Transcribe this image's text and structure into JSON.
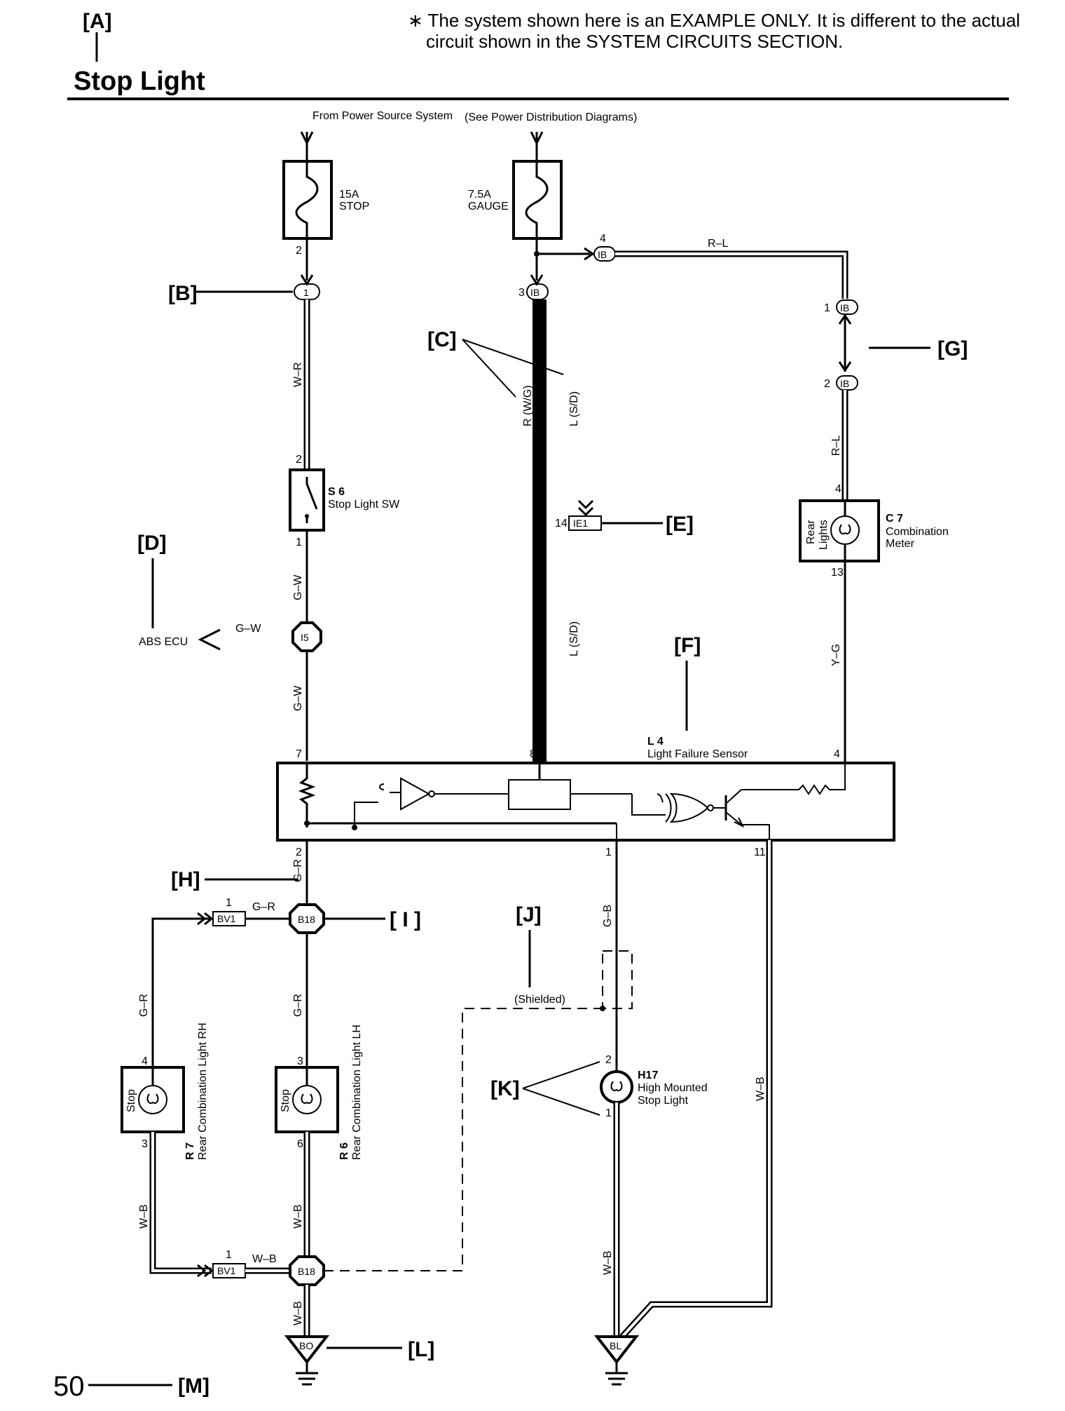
{
  "header": {
    "label_a": "[A]",
    "title": "Stop Light",
    "note_line1": "∗ The system shown here is an EXAMPLE ONLY. It is different to the actual",
    "note_line2": "circuit shown in the SYSTEM CIRCUITS SECTION."
  },
  "power": {
    "source_main": "From Power Source System",
    "source_sub": "(See Power Distribution Diagrams)"
  },
  "fuses": {
    "stop_amp": "15A",
    "stop_name": "STOP",
    "gauge_amp": "7.5A",
    "gauge_name": "GAUGE"
  },
  "callouts": {
    "b": "[B]",
    "c": "[C]",
    "d": "[D]",
    "e": "[E]",
    "f": "[F]",
    "g": "[G]",
    "h": "[H]",
    "i": "[ I ]",
    "j": "[J]",
    "k": "[K]",
    "l": "[L]",
    "m": "[M]"
  },
  "connectors": {
    "j1": "1",
    "ib": "IB",
    "ie1": "IE1",
    "i5": "I5",
    "b18": "B18",
    "bv1": "BV1",
    "bo": "BO",
    "bl": "BL"
  },
  "pins": {
    "fuse_stop_out": "2",
    "ib_main": "3",
    "ib_branch": "4",
    "ib_top": "1",
    "ib_bottom": "2",
    "sw_in": "2",
    "sw_out": "1",
    "ie1": "14",
    "meter_in": "4",
    "meter_out": "13",
    "lfs_7": "7",
    "lfs_8": "8",
    "lfs_4": "4",
    "lfs_2": "2",
    "lfs_1": "1",
    "lfs_11": "11",
    "bv1_top": "1",
    "bv1_bottom": "1",
    "rh_in": "4",
    "rh_out": "3",
    "lh_in": "3",
    "lh_out": "6",
    "hm_in": "2",
    "hm_out": "1"
  },
  "wires": {
    "w_r": "W–R",
    "r_l": "R–L",
    "r_l_v": "R–L",
    "r_wg": "R (W/G)",
    "l_sd": "L (S/D)",
    "l_sd_2": "L (S/D)",
    "g_w_1": "G–W",
    "g_w_2": "G–W",
    "g_w_3": "G–W",
    "y_g": "Y–G",
    "g_r_1": "G–R",
    "g_r_2": "G–R",
    "g_r_3": "G–R",
    "g_r_4": "G–R",
    "g_b": "G–B",
    "w_b_1": "W–B",
    "w_b_2": "W–B",
    "w_b_3": "W–B",
    "w_b_4": "W–B",
    "w_b_5": "W–B",
    "w_b_6": "W–B"
  },
  "components": {
    "s6_code": "S 6",
    "s6_name": "Stop Light SW",
    "c7_code": "C 7",
    "c7_name1": "Combination",
    "c7_name2": "Meter",
    "c7_inner1": "Rear",
    "c7_inner2": "Lights",
    "abs_ecu": "ABS ECU",
    "l4_code": "L 4",
    "l4_name": "Light Failure Sensor",
    "shielded": "(Shielded)",
    "h17_code": "H17",
    "h17_name1": "High Mounted",
    "h17_name2": "Stop Light",
    "r7_code": "R 7",
    "r7_name": "Rear Combination Light RH",
    "r6_code": "R 6",
    "r6_name": "Rear Combination Light LH",
    "stop_rh": "Stop",
    "stop_lh": "Stop"
  },
  "footer": {
    "page_number": "50"
  }
}
